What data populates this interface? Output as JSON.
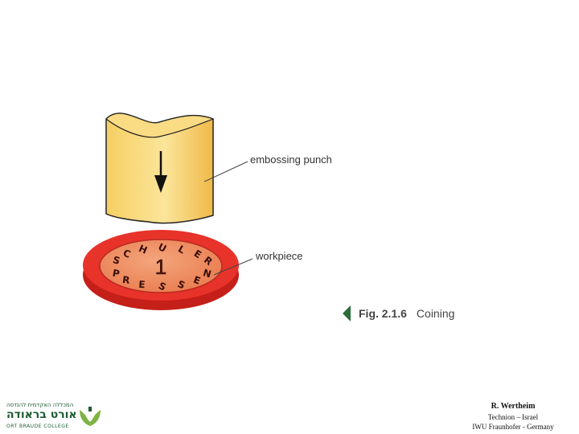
{
  "diagram": {
    "labels": {
      "punch": "embossing punch",
      "workpiece": "workpiece"
    },
    "coin": {
      "center_numeral": "1",
      "top_letters": [
        "S",
        "C",
        "H",
        "U",
        "L",
        "E",
        "R"
      ],
      "bottom_letters": [
        "P",
        "R",
        "E",
        "S",
        "S",
        "E",
        "N"
      ]
    },
    "colors": {
      "punch_fill": "#f2c24e",
      "punch_light": "#fbe59a",
      "punch_outline": "#222222",
      "coin_rim": "#e8332a",
      "coin_face": "#ef8f62",
      "coin_dark": "#c41f18",
      "arrow": "#111111"
    }
  },
  "caption": {
    "figure_number": "Fig. 2.1.6",
    "figure_title": "Coining",
    "marker_icon": "triangle-left-icon",
    "marker_color": "#2a6e3a"
  },
  "footer": {
    "logo": {
      "hebrew_top": "המכללה האקדמית להנדסה",
      "hebrew_main": "אורט בראודה",
      "english": "ORT BRAUDE COLLEGE",
      "color": "#1d5b32",
      "accent": "#7cb342"
    },
    "author": "R. Wertheim",
    "affiliation_1": "Technion – Israel",
    "affiliation_2": "IWU Fraunhofer - Germany"
  }
}
